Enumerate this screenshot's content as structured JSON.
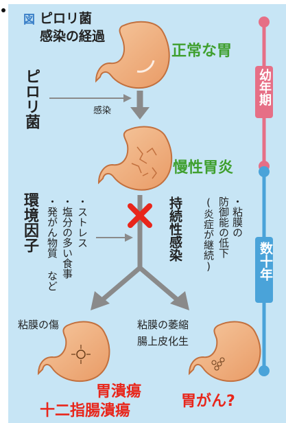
{
  "figure": {
    "fig_label": "図",
    "title_line1": "ピロリ菌",
    "title_line2": "感染の経過"
  },
  "stages": {
    "normal": "正常な胃",
    "gastritis": "慢性胃炎",
    "ulcer_line1": "胃潰瘍",
    "ulcer_line2": "十二指腸潰瘍",
    "cancer": "胃がん?"
  },
  "pylori": {
    "label": "ピロリ菌",
    "infection": "感染"
  },
  "environment": {
    "title": "環境因子",
    "items": [
      "・ストレス",
      "・塩分の多い食事",
      "・発がん物質 など"
    ]
  },
  "persistent": "持続性感染",
  "mucosa_defense": {
    "line1": "・粘膜の",
    "line2": "防御能の低下",
    "line3": "(炎症が継続)"
  },
  "outcomes": {
    "left": "粘膜の傷",
    "right_line1": "粘膜の萎縮",
    "right_line2": "腸上皮化生"
  },
  "timeline": {
    "childhood": "幼年期",
    "decades": "数十年"
  },
  "colors": {
    "background": "#c7e5f5",
    "stomach": "#f2b483",
    "arrow": "#8a8a8a",
    "green": "#3f9f2e",
    "red": "#e8261b",
    "pink": "#e66f86",
    "blue": "#4aa3d9"
  }
}
